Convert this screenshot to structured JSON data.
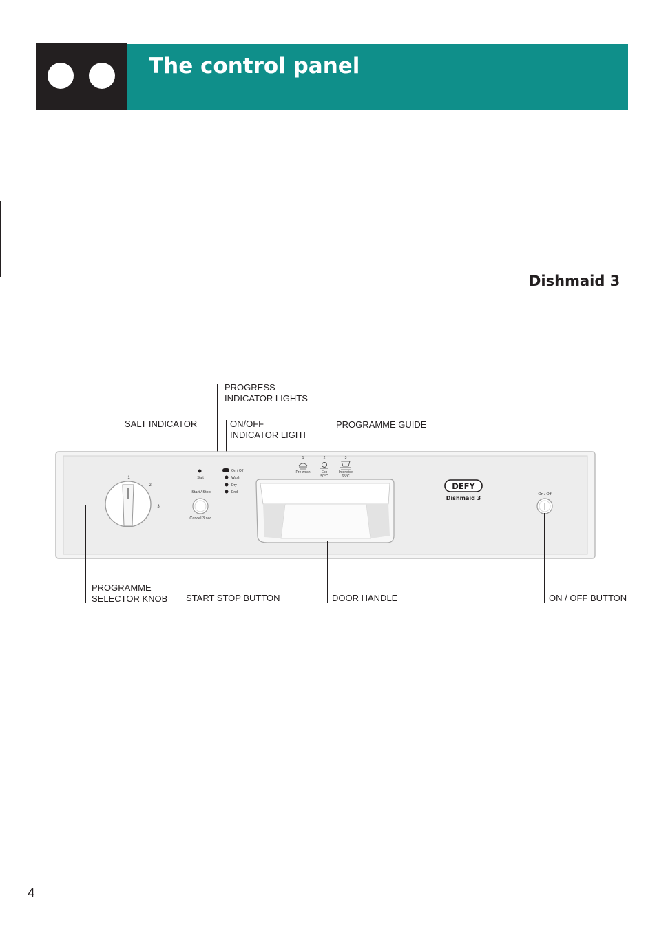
{
  "header": {
    "title": "The control panel"
  },
  "model": {
    "name": "Dishmaid 3"
  },
  "callouts": {
    "progress": [
      "PROGRESS",
      "INDICATOR LIGHTS"
    ],
    "salt": "SALT INDICATOR",
    "onoff_light": [
      "ON/OFF",
      "INDICATOR LIGHT"
    ],
    "programme_guide": "PROGRAMME GUIDE",
    "knob": [
      "PROGRAMME",
      "SELECTOR KNOB"
    ],
    "start_stop": "START STOP BUTTON",
    "door_handle": "DOOR HANDLE",
    "onoff_button": "ON / OFF BUTTON"
  },
  "panel": {
    "knob_positions": [
      "1",
      "2",
      "3"
    ],
    "salt_label": "Salt",
    "indicator_lights": [
      "On / Off",
      "Wash",
      "Dry",
      "End"
    ],
    "start_stop_label": "Start / Stop",
    "cancel_label": "Cancel 3 sec.",
    "programmes": [
      {
        "number": "1",
        "name": "Pre-wash",
        "temp": ""
      },
      {
        "number": "2",
        "name": "Eco",
        "temp": "50°C"
      },
      {
        "number": "3",
        "name": "Intensive",
        "temp": "65°C"
      }
    ],
    "brand": "DEFY",
    "brand_model": "Dishmaid 3",
    "power_label": "On / Off"
  },
  "footer": {
    "page_number": "4"
  }
}
